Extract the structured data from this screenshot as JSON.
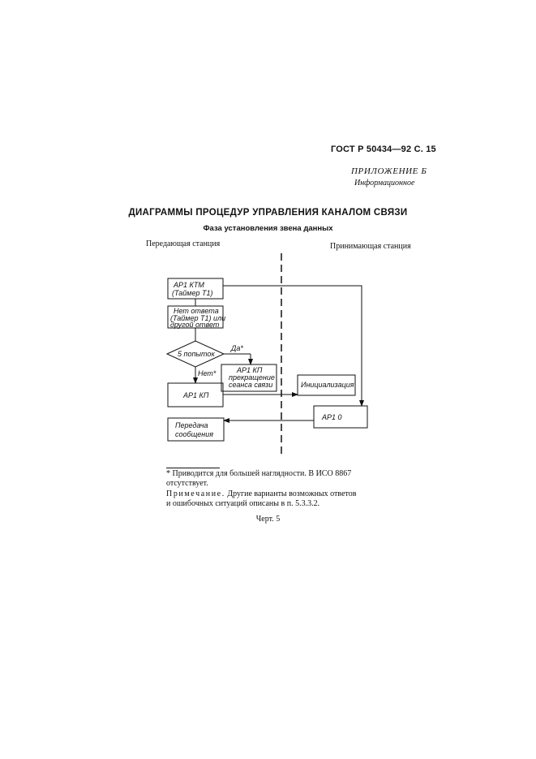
{
  "header": {
    "doc_ref": "ГОСТ Р 50434—92 С. 15",
    "appendix": "ПРИЛОЖЕНИЕ Б",
    "appendix_type": "Информационное"
  },
  "title": "ДИАГРАММЫ ПРОЦЕДУР УПРАВЛЕНИЯ КАНАЛОМ СВЯЗИ",
  "subtitle": "Фаза установления звена данных",
  "stations": {
    "left": "Передающая станция",
    "right": "Принимающая станция"
  },
  "diagram": {
    "box_ktm_line1": "АР1 КТМ",
    "box_ktm_line2": "(Таймер Т1)",
    "box_noreply_line1": "Нет ответа",
    "box_noreply_line2": "(Таймер Т1) или",
    "box_noreply_line3": "другой ответ",
    "decision": "5 попыток",
    "yes_label": "Да*",
    "no_label": "Нет*",
    "box_terminate_line1": "АР1 КП",
    "box_terminate_line2": "прекращение",
    "box_terminate_line3": "сеанса связи",
    "box_kp": "АР1 КП",
    "box_init": "Инициализация",
    "box_o": "АР1 0",
    "box_transfer_line1": "Передача",
    "box_transfer_line2": "сообщения"
  },
  "footnote": "* Приводится для большей наглядности. В ИСО 8867 отсутствует.",
  "note": {
    "label": "Примечание.",
    "text": "Другие варианты возможных ответов и ошибочных ситуаций описаны в п. 5.3.3.2."
  },
  "caption": "Черт. 5"
}
